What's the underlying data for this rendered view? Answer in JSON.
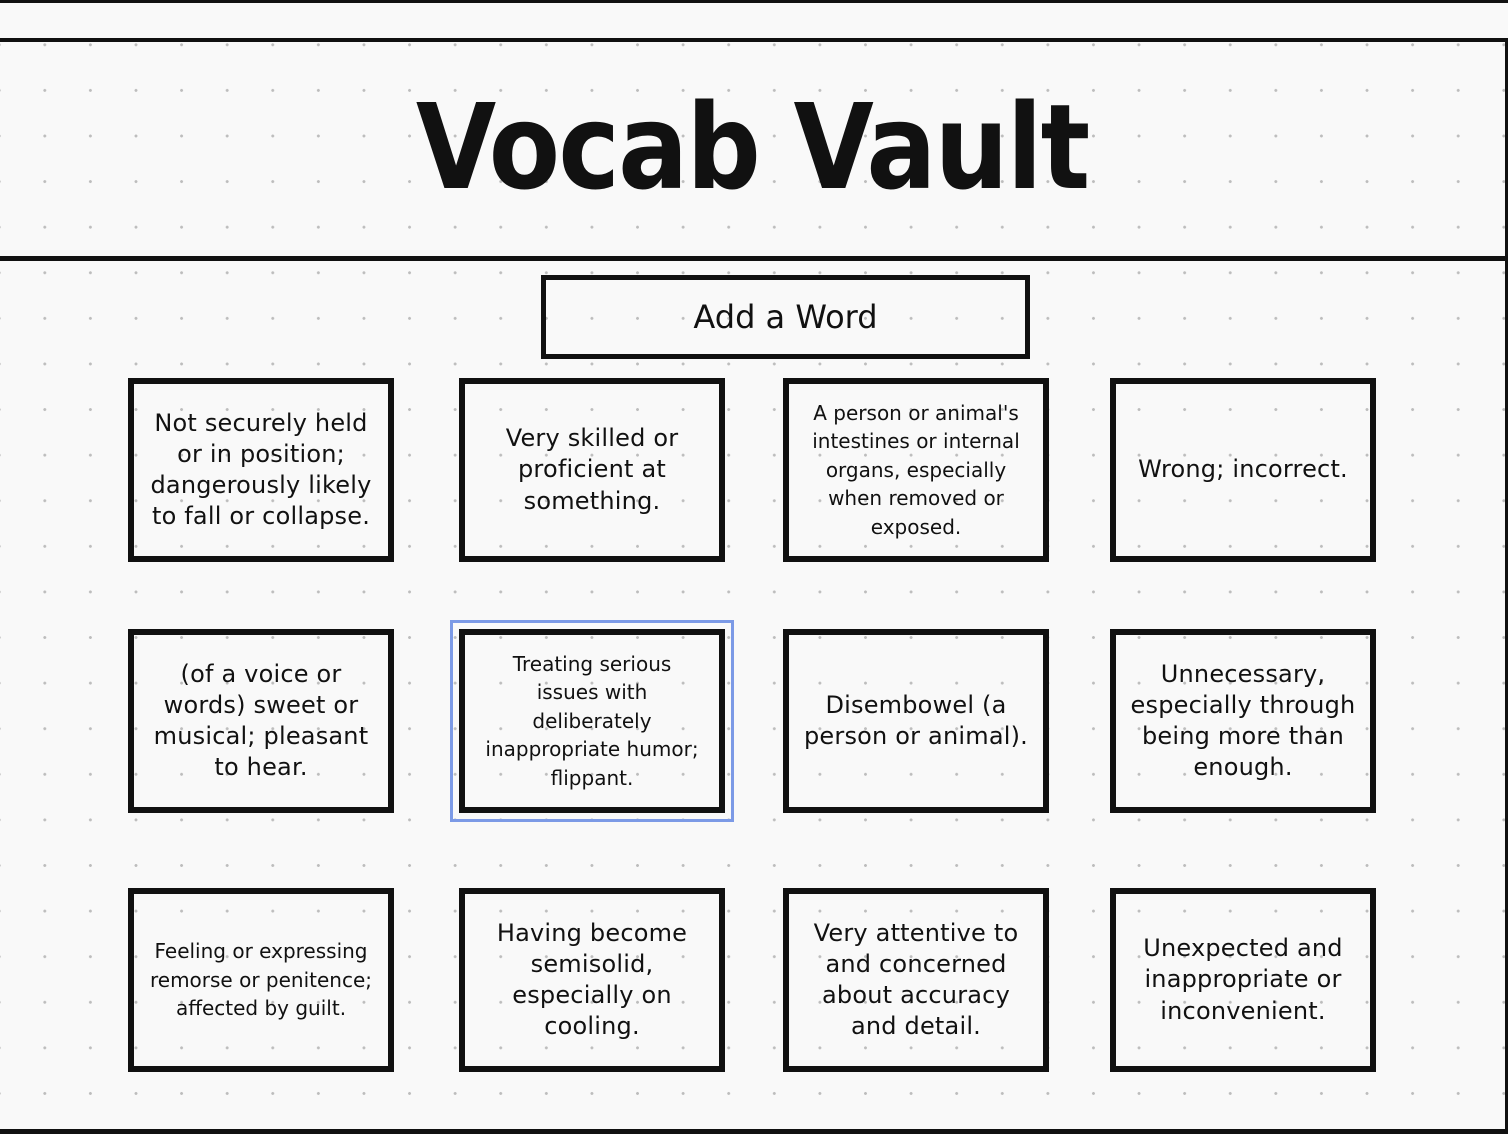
{
  "app": {
    "title": "Vocab Vault"
  },
  "toolbar": {
    "add_word_label": "Add a Word"
  },
  "cards": [
    {
      "definition": "Not securely held or in position; dangerously likely to fall or collapse."
    },
    {
      "definition": "Very skilled or proficient at something."
    },
    {
      "definition": "A person or animal's intestines or internal organs, especially when removed or exposed."
    },
    {
      "definition": "Wrong; incorrect."
    },
    {
      "definition": "(of a voice or words) sweet or musical; pleasant to hear."
    },
    {
      "definition": "Treating serious issues with deliberately inappropriate humor; flippant.",
      "selected": true
    },
    {
      "definition": "Disembowel (a person or animal)."
    },
    {
      "definition": "Unnecessary, especially through being more than enough."
    },
    {
      "definition": "Feeling or expressing remorse or penitence; affected by guilt."
    },
    {
      "definition": "Having become semisolid, especially on cooling."
    },
    {
      "definition": "Very attentive to and concerned about accuracy and detail."
    },
    {
      "definition": "Unexpected and inappropriate or inconvenient."
    }
  ],
  "colors": {
    "border": "#111111",
    "background": "#f9f9f9",
    "grid_dot": "#bdbdbd",
    "selection": "#7c9ae6"
  }
}
